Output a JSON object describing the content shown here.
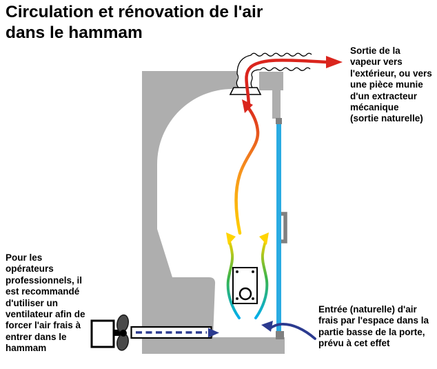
{
  "title": "Circulation et rénovation de l'air\ndans le hammam",
  "annotations": {
    "steam_outlet": "Sortie de la\nvapeur vers\nl'extérieur, ou vers\nune pièce munie\nd'un extracteur\nmécanique\n(sortie naturelle)",
    "fan_recommendation": "Pour les\nopérateurs\nprofessionnels, il\nest recommandé\nd'utiliser un\nventilateur afin de\nforcer l'air frais à\nentrer dans le\nhammam",
    "air_inlet": "Entrée (naturelle) d'air\nfrais par l'espace dans la\npartie basse de la porte,\nprévu à cet effet"
  },
  "colors": {
    "wall_gray": "#aeaeae",
    "door_blue": "#29abe2",
    "dark_blue": "#2b3a8f",
    "red": "#da251d",
    "orange": "#f7931e",
    "yellow": "#ffd400",
    "green": "#3cb54a",
    "cyan": "#00aeef",
    "handle_gray": "#808080",
    "blade_gray": "#4a4a4a"
  }
}
